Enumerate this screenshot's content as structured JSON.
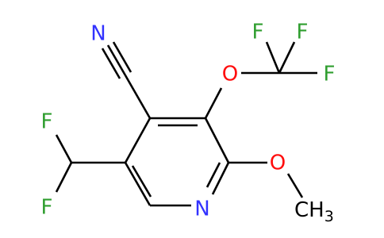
{
  "colors": {
    "bond": "#000000",
    "N": "#3232ff",
    "O": "#ff0d0d",
    "F": "#2f9e2f",
    "C": "#000000"
  },
  "atoms": {
    "nitrile_N": {
      "element": "N",
      "text": "N"
    },
    "ether_O": {
      "element": "O",
      "text": "O"
    },
    "ring_N": {
      "element": "N",
      "text": "N"
    },
    "methoxy_O": {
      "element": "O",
      "text": "O"
    },
    "methyl_C": {
      "element": "C",
      "text": "CH",
      "subscript": "3"
    },
    "cf3_F1": {
      "element": "F",
      "text": "F"
    },
    "cf3_F2": {
      "element": "F",
      "text": "F"
    },
    "cf3_F3": {
      "element": "F",
      "text": "F"
    },
    "chf2_F1": {
      "element": "F",
      "text": "F"
    },
    "chf2_F2": {
      "element": "F",
      "text": "F"
    }
  }
}
